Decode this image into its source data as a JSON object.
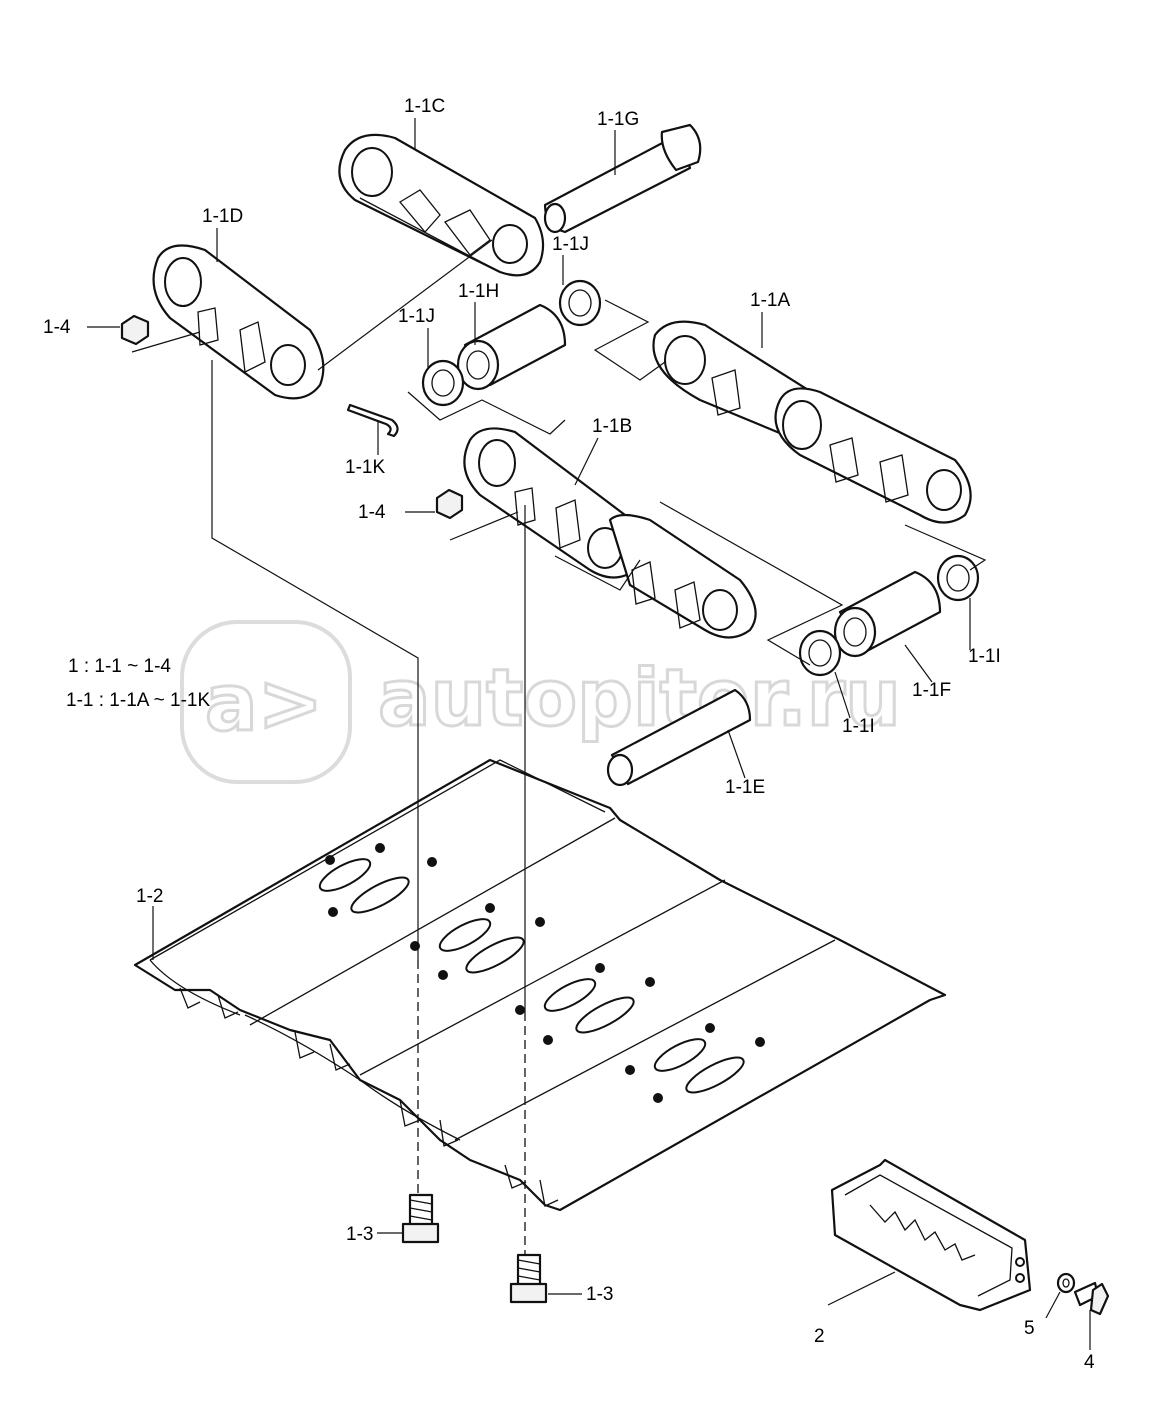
{
  "diagram": {
    "watermark": "autopiter.ru",
    "notes": [
      "1 : 1-1 ~ 1-4",
      "1-1 : 1-1A ~ 1-1K"
    ],
    "callouts": {
      "c_1_1C": "1-1C",
      "c_1_1G": "1-1G",
      "c_1_1D": "1-1D",
      "c_1_1J_top": "1-1J",
      "c_1_1H": "1-1H",
      "c_1_1J_left": "1-1J",
      "c_1_1A": "1-1A",
      "c_1_4_left": "1-4",
      "c_1_1K": "1-1K",
      "c_1_1B": "1-1B",
      "c_1_4_mid": "1-4",
      "c_1_1I_right": "1-1I",
      "c_1_1F": "1-1F",
      "c_1_1I_mid": "1-1I",
      "c_1_1E": "1-1E",
      "c_1_2": "1-2",
      "c_1_3_left": "1-3",
      "c_1_3_right": "1-3",
      "c_2": "2",
      "c_5": "5",
      "c_4": "4"
    }
  }
}
